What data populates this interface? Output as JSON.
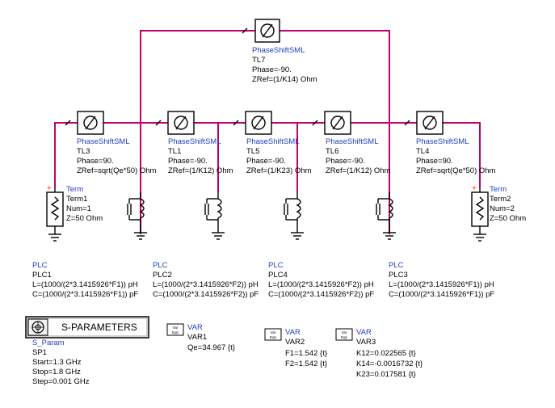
{
  "components": {
    "tl7": {
      "type": "PhaseShiftSML",
      "name": "TL7",
      "phase": "Phase=-90.",
      "zref": "ZRef=(1/K14) Ohm"
    },
    "tl3": {
      "type": "PhaseShiftSML",
      "name": "TL3",
      "phase": "Phase=90.",
      "zref": "ZRef=sqrt(Qe*50) Ohm"
    },
    "tl1": {
      "type": "PhaseShiftSML",
      "name": "TL1",
      "phase": "Phase=-90.",
      "zref": "ZRef=(1/K12) Ohm"
    },
    "tl5": {
      "type": "PhaseShiftSML",
      "name": "TL5",
      "phase": "Phase=-90.",
      "zref": "ZRef=(1/K23) Ohm"
    },
    "tl6": {
      "type": "PhaseShiftSML",
      "name": "TL6",
      "phase": "Phase=-90.",
      "zref": "ZRef=(1/K12) Ohm"
    },
    "tl4": {
      "type": "PhaseShiftSML",
      "name": "TL4",
      "phase": "Phase=90.",
      "zref": "ZRef=sqrt(Qe*50) Ohm"
    },
    "term1": {
      "type": "Term",
      "name": "Term1",
      "num": "Num=1",
      "z": "Z=50 Ohm"
    },
    "term2": {
      "type": "Term",
      "name": "Term2",
      "num": "Num=2",
      "z": "Z=50 Ohm"
    },
    "plc1": {
      "type": "PLC",
      "name": "PLC1",
      "l": "L=(1000/(2*3.1415926*F1)) pH",
      "c": "C=(1000/(2*3.1415926*F1)) pF"
    },
    "plc2": {
      "type": "PLC",
      "name": "PLC2",
      "l": "L=(1000/(2*3.1415926*F2)) pH",
      "c": "C=(1000/(2*3.1415926*F2)) pF"
    },
    "plc4": {
      "type": "PLC",
      "name": "PLC4",
      "l": "L=(1000/(2*3.1415926*F2)) pH",
      "c": "C=(1000/(2*3.1415926*F2)) pF"
    },
    "plc3": {
      "type": "PLC",
      "name": "PLC3",
      "l": "L=(1000/(2*3.1415926*F1)) pH",
      "c": "C=(1000/(2*3.1415926*F1)) pF"
    },
    "sparam": {
      "title": "S-PARAMETERS",
      "type": "S_Param",
      "name": "SP1",
      "start": "Start=1.3 GHz",
      "stop": "Stop=1.8 GHz",
      "step": "Step=0.001 GHz"
    },
    "var1": {
      "type": "VAR",
      "name": "VAR1",
      "lines": [
        "Qe=34.967 {t}"
      ]
    },
    "var2": {
      "type": "VAR",
      "name": "VAR2",
      "lines": [
        "F1=1.542 {t}",
        "F2=1.542 {t}"
      ]
    },
    "var3": {
      "type": "VAR",
      "name": "VAR3",
      "lines": [
        "K12=0.022565 {t}",
        "K14=-0.0016732 {t}",
        "K23=0.017581 {t}"
      ]
    }
  },
  "var_icon_text": {
    "top": "Var",
    "bottom": "Eqn"
  },
  "colors": {
    "wire": "#c0006b",
    "component_name": "#1f3fbf",
    "term_marker": "#ff3300"
  }
}
